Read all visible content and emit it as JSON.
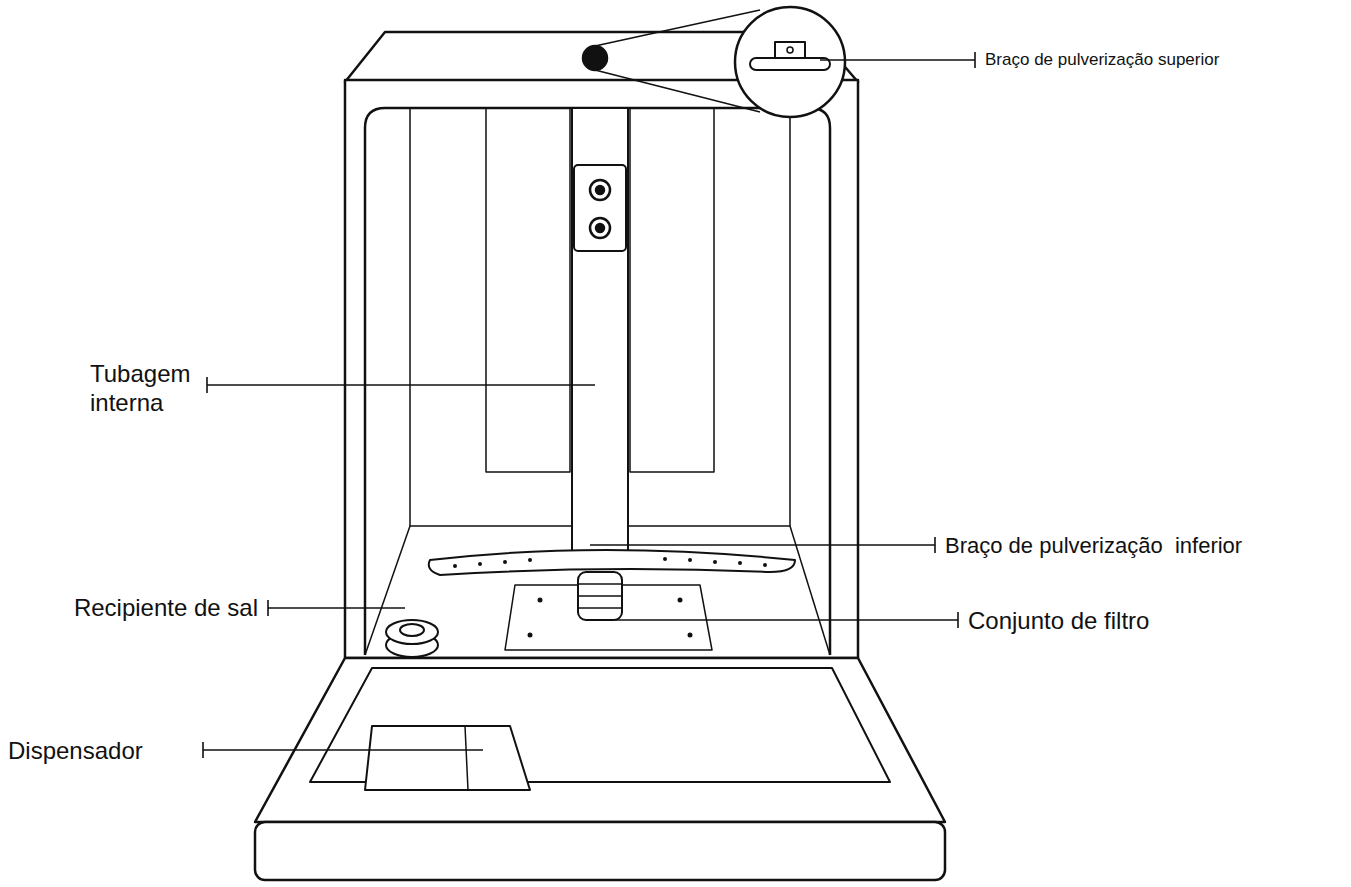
{
  "diagram": {
    "labels": [
      "Braço de pulverização superior",
      "Tubagem interna",
      "Braço de pulverização  inferior",
      "Recipiente de sal",
      "Conjunto de filtro",
      "Dispensador"
    ]
  }
}
